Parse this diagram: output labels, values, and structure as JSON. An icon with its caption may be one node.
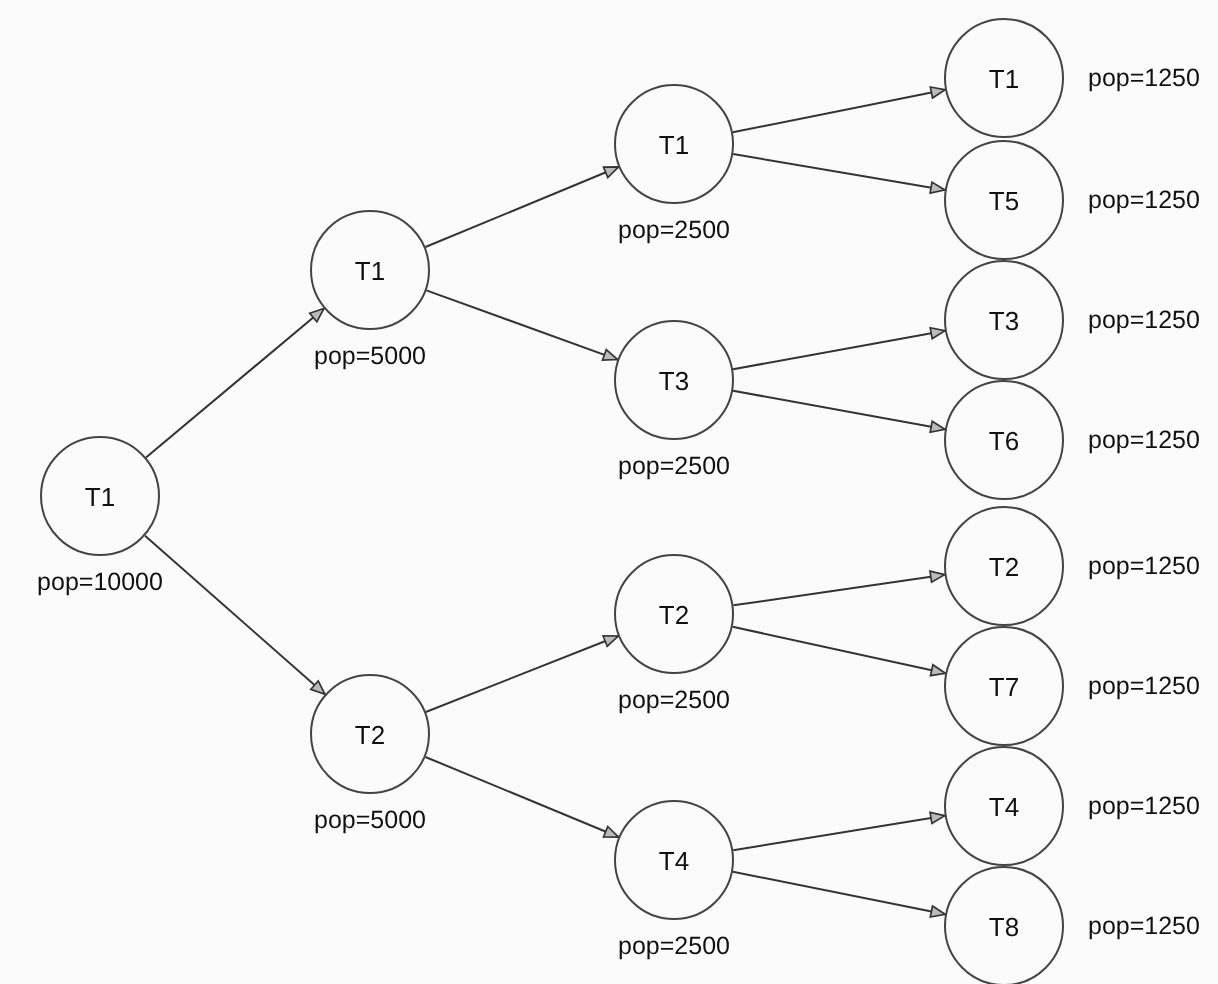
{
  "diagram": {
    "nodes": [
      {
        "text": [
          "T1"
        ],
        "beside": [
          "pop=10000"
        ]
      },
      {
        "text": [
          "T1"
        ],
        "beside": [
          "pop=5000"
        ]
      },
      {
        "text": [
          "T2"
        ],
        "beside": [
          "pop=5000"
        ]
      },
      {
        "text": [
          "T1"
        ],
        "beside": [
          "pop=2500"
        ]
      },
      {
        "text": [
          "T3"
        ],
        "beside": [
          "pop=2500"
        ]
      },
      {
        "text": [
          "T2"
        ],
        "beside": [
          "pop=2500"
        ]
      },
      {
        "text": [
          "T4"
        ],
        "beside": [
          "pop=2500"
        ]
      },
      {
        "text": [
          "T1"
        ],
        "beside": [
          "pop=1250"
        ]
      },
      {
        "text": [
          "T5"
        ],
        "beside": [
          "pop=1250"
        ]
      },
      {
        "text": [
          "T3"
        ],
        "beside": [
          "pop=1250"
        ]
      },
      {
        "text": [
          "T6"
        ],
        "beside": [
          "pop=1250"
        ]
      },
      {
        "text": [
          "T2"
        ],
        "beside": [
          "pop=1250"
        ]
      },
      {
        "text": [
          "T7"
        ],
        "beside": [
          "pop=1250"
        ]
      },
      {
        "text": [
          "T4"
        ],
        "beside": [
          "pop=1250"
        ]
      },
      {
        "text": [
          "T8"
        ],
        "beside": [
          "pop=1250"
        ]
      }
    ],
    "edges": [
      {
        "from": 0,
        "to": 1,
        "arrow": "to"
      },
      {
        "from": 0,
        "to": 2,
        "arrow": "to"
      },
      {
        "from": 1,
        "to": 3,
        "arrow": "to"
      },
      {
        "from": 1,
        "to": 4,
        "arrow": "to"
      },
      {
        "from": 2,
        "to": 5,
        "arrow": "to"
      },
      {
        "from": 2,
        "to": 6,
        "arrow": "to"
      },
      {
        "from": 3,
        "to": 7,
        "arrow": "to"
      },
      {
        "from": 3,
        "to": 8,
        "arrow": "to"
      },
      {
        "from": 4,
        "to": 9,
        "arrow": "to"
      },
      {
        "from": 4,
        "to": 10,
        "arrow": "to"
      },
      {
        "from": 5,
        "to": 11,
        "arrow": "to"
      },
      {
        "from": 5,
        "to": 12,
        "arrow": "to"
      },
      {
        "from": 6,
        "to": 13,
        "arrow": "to"
      },
      {
        "from": 6,
        "to": 14,
        "arrow": "to"
      }
    ]
  }
}
